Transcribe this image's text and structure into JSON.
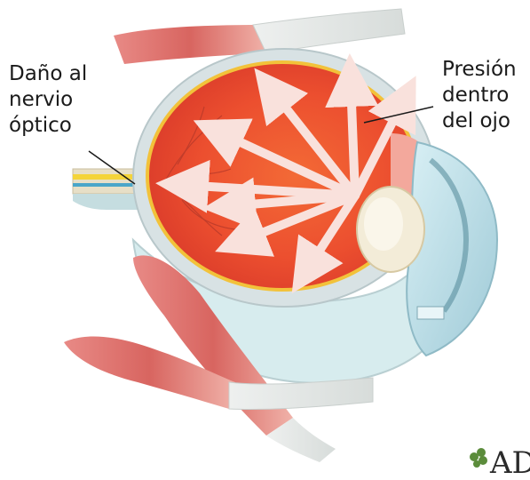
{
  "diagram": {
    "labels": {
      "optic_nerve": [
        "Daño al",
        "nervio",
        "óptico"
      ],
      "pressure": [
        "Presión",
        "dentro",
        "del ojo"
      ]
    },
    "logo_text": "AD",
    "colors": {
      "background": "#ffffff",
      "vitreous": "#ee4f2e",
      "retina_outline": "#f2c23a",
      "sclera": "#d8e2e4",
      "muscle": "#e07a78",
      "arrow": "#f9e1dc",
      "lens": "#f3ecd8",
      "cornea": "#bfe3ec",
      "logo_leaf": "#5b8c3b"
    },
    "arrow_count": 8
  }
}
